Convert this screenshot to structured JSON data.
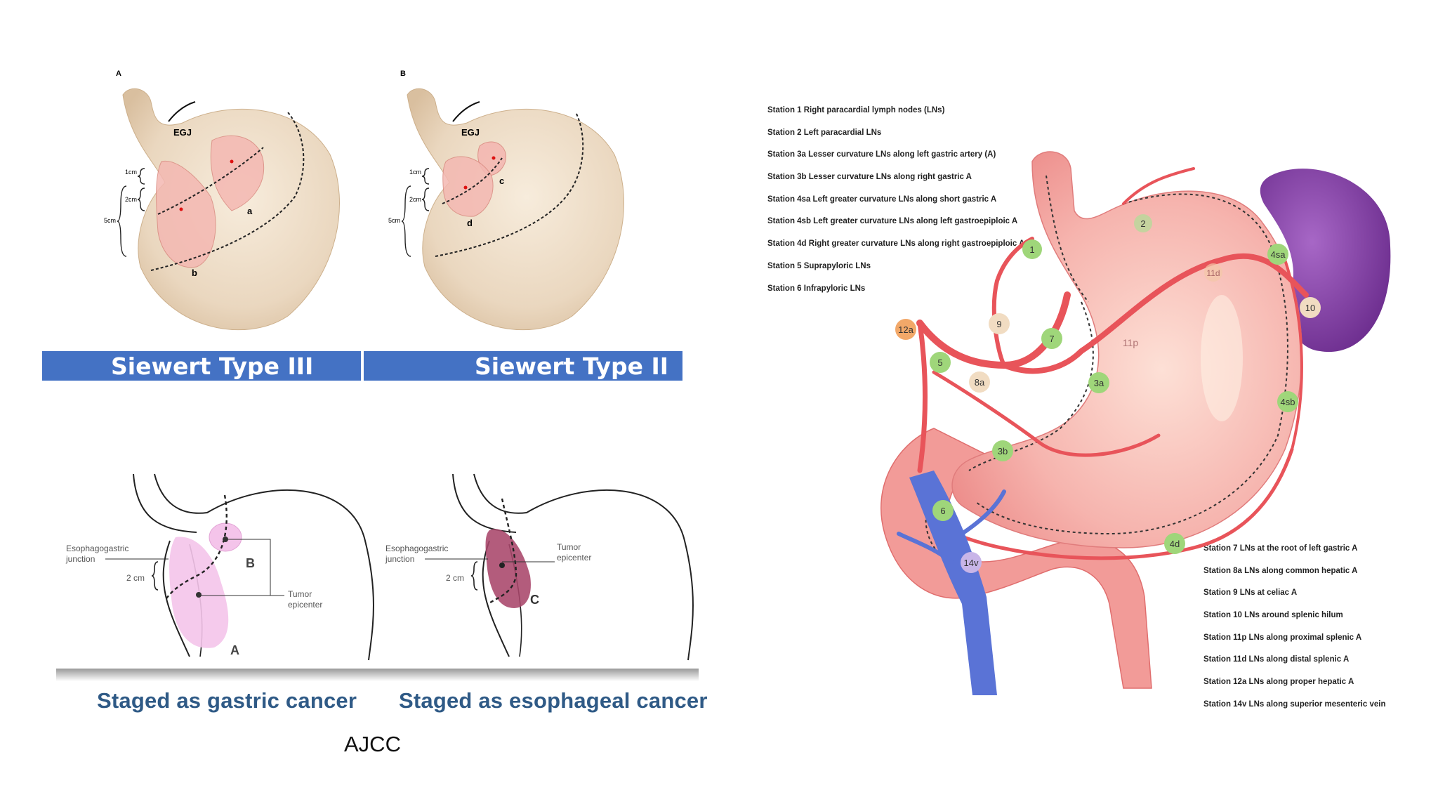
{
  "panel_a": {
    "letter": "A",
    "egj_label": "EGJ",
    "dist_1": "1cm",
    "dist_2": "2cm",
    "dist_5": "5cm",
    "zone_a": "a",
    "zone_b": "b"
  },
  "panel_b": {
    "letter": "B",
    "egj_label": "EGJ",
    "dist_1": "1cm",
    "dist_2": "2cm",
    "dist_5": "5cm",
    "zone_c": "c",
    "zone_d": "d"
  },
  "banners": {
    "left": "Siewert Type III",
    "right": "Siewert Type II"
  },
  "ajcc_left": {
    "junction_label_1": "Esophagogastric",
    "junction_label_2": "junction",
    "dist": "2 cm",
    "tumor_1": "Tumor",
    "tumor_2": "epicenter",
    "mark_a": "A",
    "mark_b": "B"
  },
  "ajcc_right": {
    "junction_label_1": "Esophagogastric",
    "junction_label_2": "junction",
    "dist": "2 cm",
    "tumor_1": "Tumor",
    "tumor_2": "epicenter",
    "mark_c": "C"
  },
  "staged": {
    "gastric": "Staged as gastric cancer",
    "esophageal": "Staged as esophageal cancer"
  },
  "source": "AJCC",
  "legend_top": [
    "Station 1  Right paracardial lymph nodes (LNs)",
    "Station 2  Left paracardial LNs",
    "Station 3a  Lesser curvature LNs along left gastric artery (A)",
    "Station 3b  Lesser curvature LNs along right gastric A",
    "Station 4sa  Left greater curvature LNs along short gastric A",
    "Station 4sb  Left greater curvature LNs along left gastroepiploic A",
    "Station 4d  Right greater curvature LNs along right gastroepiploic A",
    "Station 5  Suprapyloric LNs",
    "Station 6  Infrapyloric LNs"
  ],
  "legend_bottom": [
    "Station 7  LNs at the root of left gastric A",
    "Station 8a  LNs along common hepatic A",
    "Station 9  LNs at celiac A",
    "Station 10  LNs around splenic hilum",
    "Station 11p  LNs along proximal splenic A",
    "Station 11d  LNs along distal splenic A",
    "Station 12a  LNs along proper hepatic A",
    "Station 14v  LNs along superior mesenteric vein"
  ],
  "nodes": {
    "n1": "1",
    "n2": "2",
    "n3a": "3a",
    "n3b": "3b",
    "n4sa": "4sa",
    "n4sb": "4sb",
    "n4d": "4d",
    "n5": "5",
    "n6": "6",
    "n7": "7",
    "n8a": "8a",
    "n9": "9",
    "n10": "10",
    "n11p": "11p",
    "n11d": "11d",
    "n12a": "12a",
    "n14v": "14v"
  },
  "colors": {
    "banner": "#4472c4",
    "staged_text": "#2f5a86",
    "stomach_tan": "#e9d6be",
    "stomach_pink": "#f3a3a3",
    "artery": "#e8545a",
    "vein": "#5a73d6",
    "spleen": "#7b3b9c",
    "node_green": "#9fd67a"
  }
}
